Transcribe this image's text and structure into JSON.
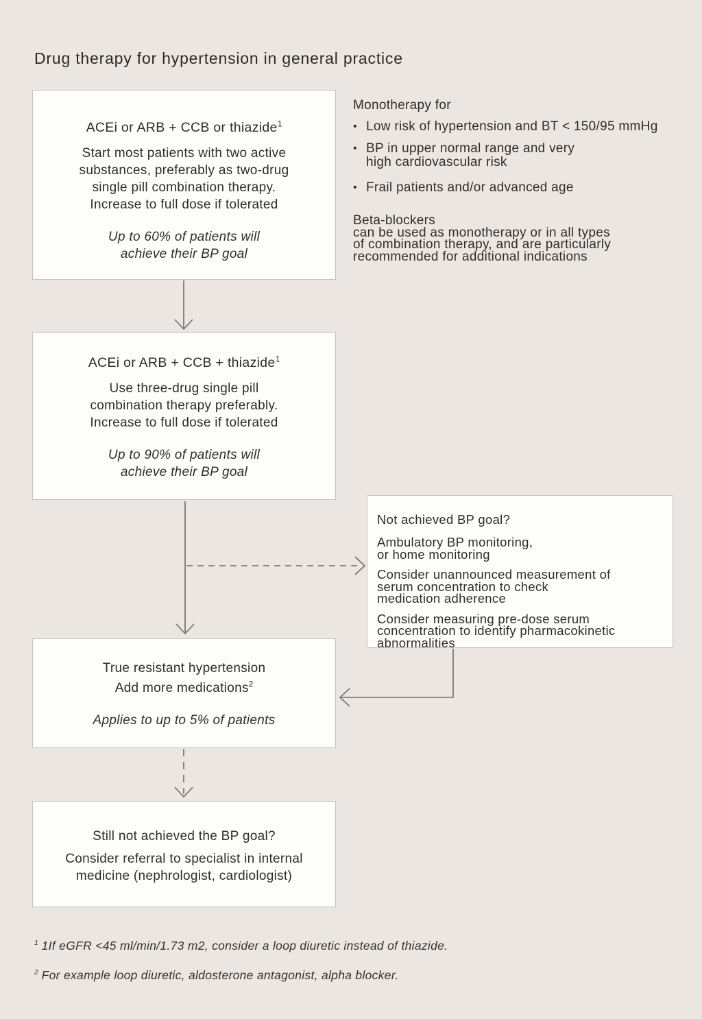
{
  "title": "Drug therapy for hypertension in general practice",
  "colors": {
    "background": "#ebe6e1",
    "box_background": "#fdfdfb",
    "box_border": "#c6c2bd",
    "text": "#2f2d2b",
    "arrow": "#6e6a66"
  },
  "steps": {
    "step1": {
      "heading": "ACEi or ARB + CCB or thiazide",
      "heading_sup": "1",
      "body": "Start most patients with two active\nsubstances, preferably as two-drug\nsingle pill combination therapy.\nIncrease to full dose if tolerated",
      "note": "Up to 60% of patients will\nachieve their BP goal"
    },
    "step2": {
      "heading": "ACEi or ARB + CCB + thiazide",
      "heading_sup": "1",
      "body": "Use three-drug single pill\ncombination therapy preferably.\nIncrease to full dose if tolerated",
      "note": "Up to 90% of patients will\nachieve their BP goal"
    },
    "step3": {
      "line1": "True resistant hypertension",
      "line2": "Add more medications",
      "line2_sup": "2",
      "note": "Applies to up to 5% of patients"
    },
    "step4": {
      "line1": "Still not achieved the BP goal?",
      "body": "Consider referral to specialist in internal\nmedicine (nephrologist, cardiologist)"
    }
  },
  "monotherapy": {
    "heading": "Monotherapy for",
    "bullet_char": "•",
    "bullets": [
      "Low risk of hypertension and BT < 150/95 mmHg",
      "BP in upper normal range and very\nhigh cardiovascular risk",
      "Frail patients and/or advanced age"
    ]
  },
  "beta_blockers": {
    "heading": "Beta-blockers",
    "body": "can be used as monotherapy or in all types\nof combination therapy, and are particularly\nrecommended for additional indications"
  },
  "monitoring": {
    "heading": "Not achieved BP goal?",
    "paragraphs": [
      "Ambulatory BP monitoring,\nor home monitoring",
      "Consider unannounced measurement of\nserum concentration to check\nmedication adherence",
      "Consider measuring pre-dose serum\nconcentration to identify pharmacokinetic\nabnormalities"
    ]
  },
  "footnotes": [
    {
      "sup": "1",
      "text": "1If eGFR <45 ml/min/1.73 m2, consider a loop diuretic instead of thiazide."
    },
    {
      "sup": "2",
      "text": "For example loop diuretic, aldosterone antagonist, alpha blocker."
    }
  ]
}
